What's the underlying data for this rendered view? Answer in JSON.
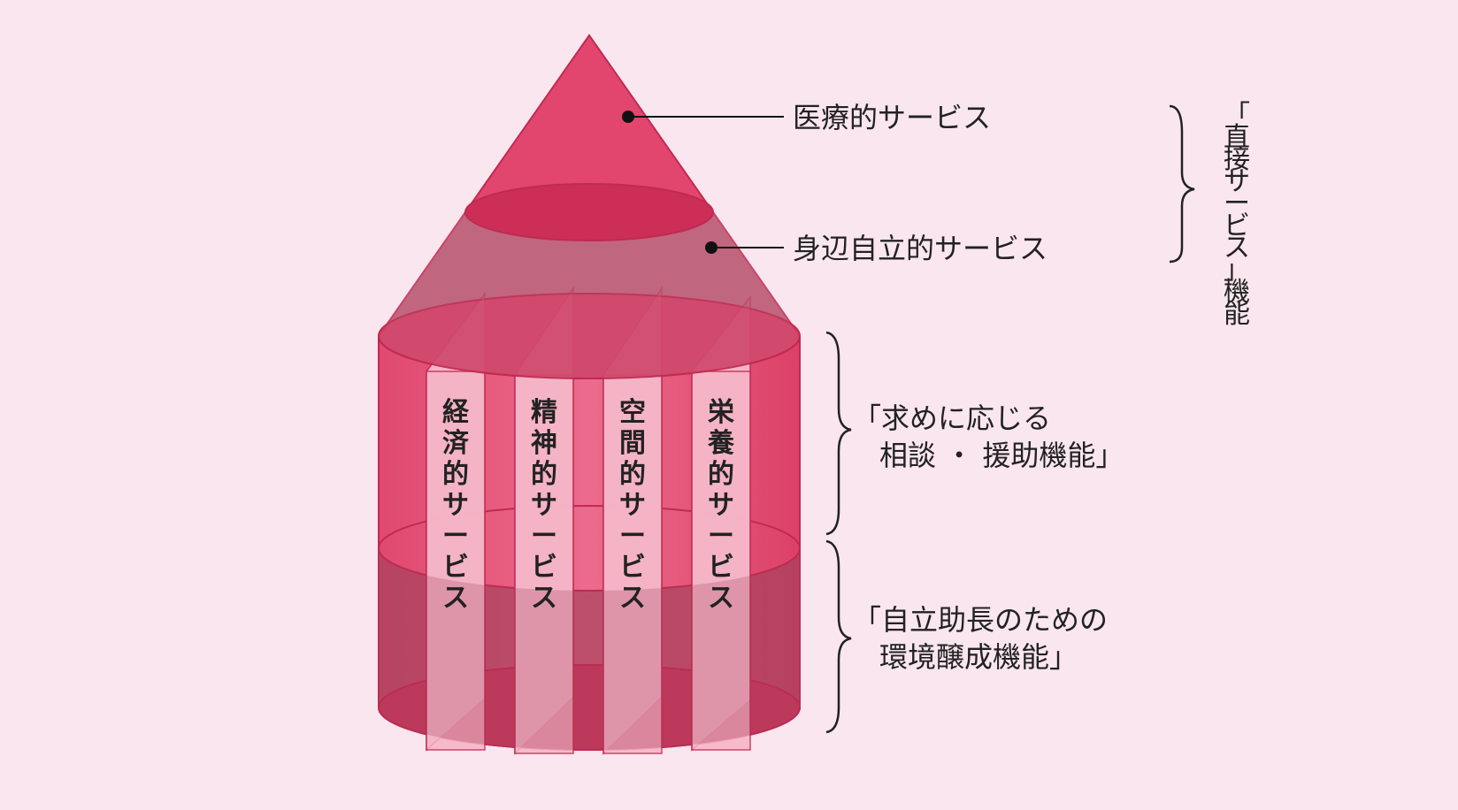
{
  "diagram": {
    "cone_labels": {
      "top": "医療的サービス",
      "bottom": "身辺自立的サービス"
    },
    "cylinder_columns": [
      {
        "label": "経済的サービス"
      },
      {
        "label": "精神的サービス"
      },
      {
        "label": "空間的サービス"
      },
      {
        "label": "栄養的サービス"
      }
    ],
    "brackets": {
      "direct": {
        "chars": [
          "「",
          "直",
          "接",
          "サ",
          "ー",
          "ビ",
          "ス",
          "」",
          "機",
          "能"
        ]
      },
      "consult": {
        "line1": "「求めに応じる",
        "line2": "相談 ・ 援助機能」"
      },
      "env": {
        "line1": "「自立助長のための",
        "line2": "環境醸成機能」"
      }
    },
    "colors": {
      "background": "#f9e6ee",
      "cone_top": "#e23a66",
      "cone_bottom": "#b9506e",
      "cylinder": "#e0466f",
      "panel": "#f6b8c8",
      "panel_dark": "#c63a5c"
    }
  }
}
